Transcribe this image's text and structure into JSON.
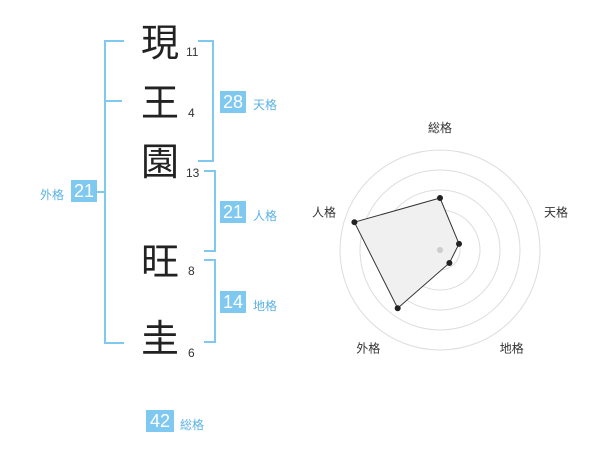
{
  "name_chars": [
    {
      "char": "現",
      "strokes": "11"
    },
    {
      "char": "王",
      "strokes": "4"
    },
    {
      "char": "園",
      "strokes": "13"
    },
    {
      "char": "旺",
      "strokes": "8"
    },
    {
      "char": "圭",
      "strokes": "6"
    }
  ],
  "fortunes": {
    "tenkaku": {
      "value": "28",
      "label": "天格"
    },
    "jinkaku": {
      "value": "21",
      "label": "人格"
    },
    "chikaku": {
      "value": "14",
      "label": "地格"
    },
    "gaikaku": {
      "value": "21",
      "label": "外格"
    },
    "soukaku": {
      "value": "42",
      "label": "総格"
    }
  },
  "chart_data": {
    "type": "radar",
    "axes": [
      "総格",
      "天格",
      "地格",
      "外格",
      "人格"
    ],
    "values": [
      0.52,
      0.2,
      0.16,
      0.72,
      0.9
    ],
    "rings": 5,
    "colors": {
      "fill": "#f0f0f0",
      "line": "#333333",
      "ring": "#dddddd",
      "point": "#222222"
    }
  },
  "colors": {
    "accent": "#7fc8f0",
    "accent_text": "#5ab2e6"
  }
}
